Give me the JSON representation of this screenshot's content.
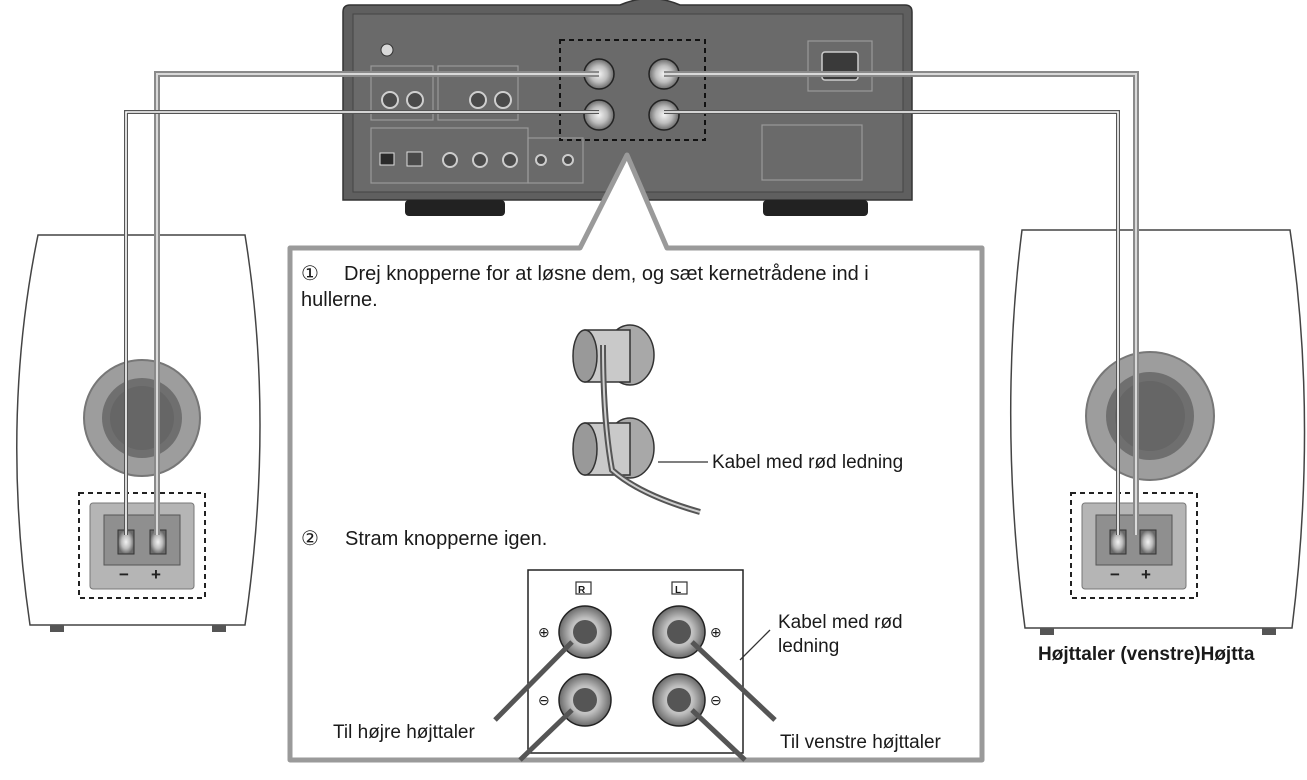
{
  "steps": [
    {
      "number": "①",
      "text_line1": "Drej knopperne for at løsne dem, og sæt kernetrådene ind i",
      "text_line2": "hullerne."
    },
    {
      "number": "②",
      "text": "Stram knopperne igen."
    }
  ],
  "labels": {
    "red_cable_1": "Kabel med rød ledning",
    "red_cable_2_line1": "Kabel med rød",
    "red_cable_2_line2": "ledning",
    "to_right_speaker": "Til højre højttaler",
    "to_left_speaker": "Til venstre højttaler",
    "speaker_left_caption": "Højttaler (venstre)Højtta"
  },
  "terminal_marks": {
    "right_channel": "R",
    "left_channel": "L",
    "plus": "+",
    "minus": "−",
    "plus_circled": "⊕",
    "minus_circled": "⊖"
  },
  "colors": {
    "unit_body": "#5f5f5f",
    "cable": "#8a8a8a",
    "line": "#333333"
  }
}
